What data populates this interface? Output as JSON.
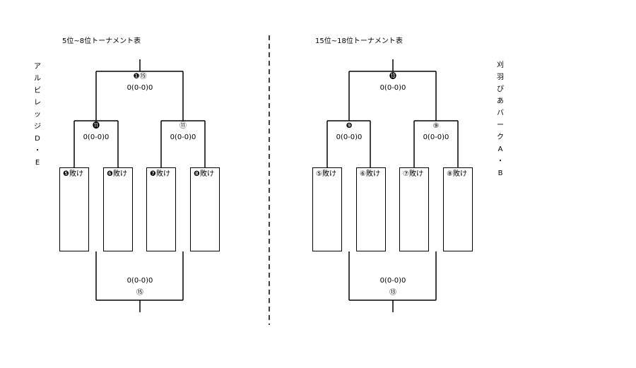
{
  "left": {
    "title": "5位~8位トーナメント表",
    "team_side": [
      "ア",
      "ル",
      "ビ",
      "レ",
      "ッ",
      "ジ",
      "D",
      "・",
      "E"
    ],
    "final_top_no": "❶⑮",
    "final_top_score": "0(0-0)0",
    "semi_left_no": "⓫",
    "semi_left_score": "0(0-0)0",
    "semi_right_no": "⑪",
    "semi_right_score": "0(0-0)0",
    "slots": [
      "❺敗け",
      "❻敗け",
      "❼敗け",
      "❽敗け"
    ],
    "bottom_score": "0(0-0)0",
    "bottom_no": "⑮"
  },
  "right": {
    "title": "15位~18位トーナメント表",
    "team_side": [
      "刈",
      "羽",
      "ぴ",
      "あ",
      "バ",
      "ー",
      "ク",
      "A",
      "・",
      "B"
    ],
    "final_top_no": "⓭",
    "final_top_score": "0(0-0)0",
    "semi_left_no": "❾",
    "semi_left_score": "0(0-0)0",
    "semi_right_no": "⑨",
    "semi_right_score": "0(0-0)0",
    "slots": [
      "⑤敗け",
      "⑥敗け",
      "⑦敗け",
      "⑧敗け"
    ],
    "bottom_score": "0(0-0)0",
    "bottom_no": "⑬"
  }
}
